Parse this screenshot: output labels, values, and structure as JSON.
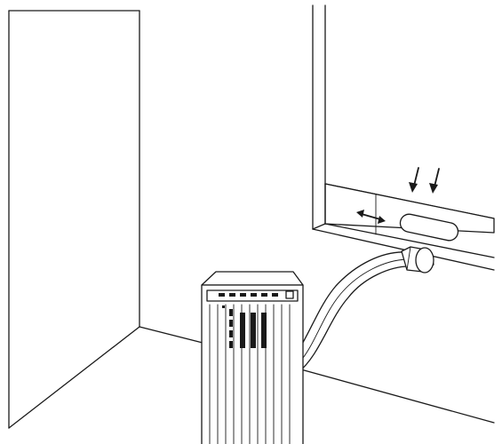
{
  "figure": {
    "subject": "portable-air-conditioner-window-kit-installation",
    "elements": [
      "room-corner",
      "window",
      "window-slider-kit",
      "exhaust-hose",
      "hose-connector",
      "ac-unit"
    ]
  },
  "icons": {
    "slide-arrow": "double-arrow-icon",
    "insert-arrows": "down-arrow-icon"
  },
  "colors": {
    "line": "#1a1a1a",
    "background": "#ffffff"
  }
}
